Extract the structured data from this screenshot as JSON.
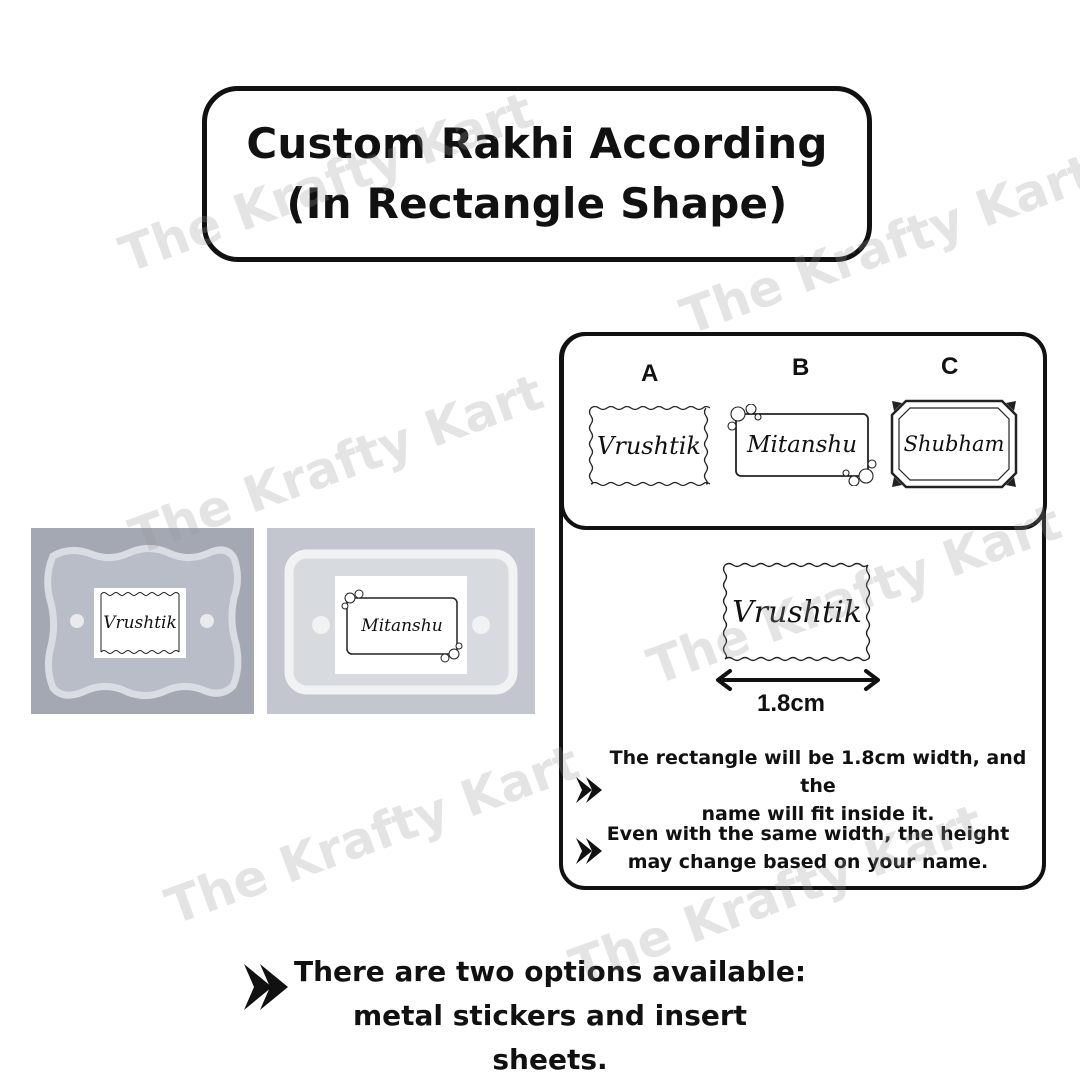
{
  "title": {
    "line1": "Custom Rakhi According",
    "line2": "(In Rectangle Shape)"
  },
  "watermark_text": "The Krafty Kart",
  "photos": [
    {
      "name": "Vrushtik",
      "frame_style": "wavy"
    },
    {
      "name": "Mitanshu",
      "frame_style": "floral"
    }
  ],
  "options": [
    {
      "letter": "A",
      "name": "Vrushtik",
      "frame_style": "wavy"
    },
    {
      "letter": "B",
      "name": "Mitanshu",
      "frame_style": "floral"
    },
    {
      "letter": "C",
      "name": "Shubham",
      "frame_style": "octagon"
    }
  ],
  "size_example": {
    "name": "Vrushtik",
    "width_label": "1.8cm"
  },
  "notes": [
    {
      "line1": "The rectangle will be 1.8cm width, and the",
      "line2": "name will fit inside it.",
      "icon": "double-chevron-icon"
    },
    {
      "line1": "Even with the same width, the height",
      "line2": "may change based on your name.",
      "icon": "double-chevron-icon"
    }
  ],
  "footer": {
    "line1": "There are two options available:",
    "line2": "metal stickers and insert sheets.",
    "icon": "double-chevron-icon"
  },
  "colors": {
    "mold_background": "#a3a7b2",
    "mold_light": "#c9ccd4",
    "border": "#111111"
  }
}
